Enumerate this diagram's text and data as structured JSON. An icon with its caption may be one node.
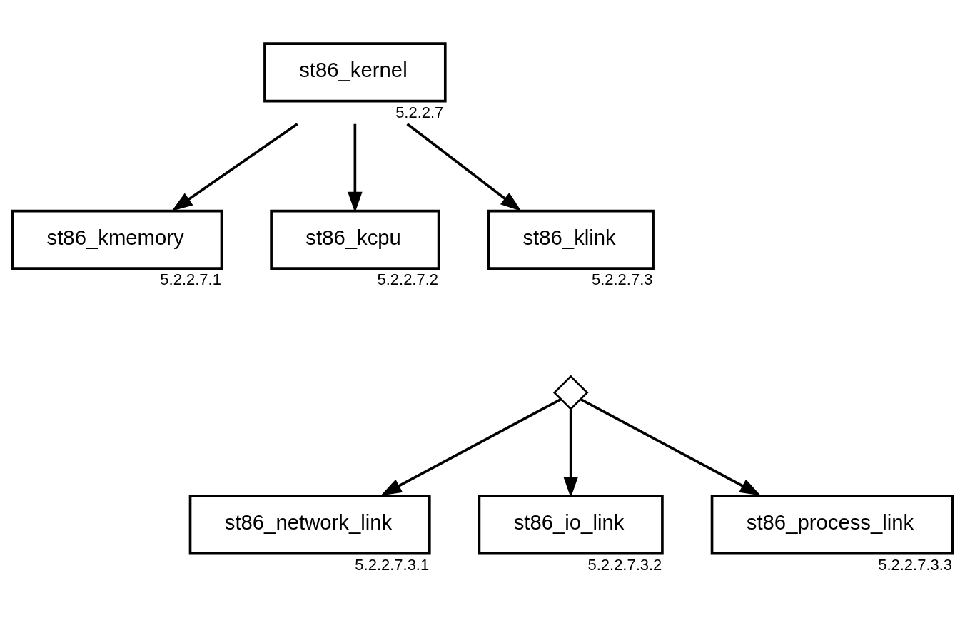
{
  "diagram": {
    "nodes": [
      {
        "text": [
          "st86_kernel"
        ],
        "beside": [
          "5.2.2.7"
        ]
      },
      {
        "text": [
          "st86_kmemory"
        ],
        "beside": [
          "5.2.2.7.1"
        ]
      },
      {
        "text": [
          "st86_kcpu"
        ],
        "beside": [
          "5.2.2.7.2"
        ]
      },
      {
        "text": [
          "st86_klink"
        ],
        "beside": [
          "5.2.2.7.3"
        ]
      },
      {
        "text": [],
        "shape": "diamond"
      },
      {
        "text": [
          "st86_network_link"
        ],
        "beside": [
          "5.2.2.7.3.1"
        ]
      },
      {
        "text": [
          "st86_io_link"
        ],
        "beside": [
          "5.2.2.7.3.2"
        ]
      },
      {
        "text": [
          "st86_process_link"
        ],
        "beside": [
          "5.2.2.7.3.3"
        ]
      }
    ],
    "edges": [
      {
        "from": 0,
        "to": 1,
        "arrow": "to"
      },
      {
        "from": 0,
        "to": 2,
        "arrow": "to"
      },
      {
        "from": 0,
        "to": 3,
        "arrow": "to"
      },
      {
        "from": 4,
        "to": 5,
        "arrow": "to"
      },
      {
        "from": 4,
        "to": 6,
        "arrow": "to"
      },
      {
        "from": 4,
        "to": 7,
        "arrow": "to"
      }
    ]
  }
}
